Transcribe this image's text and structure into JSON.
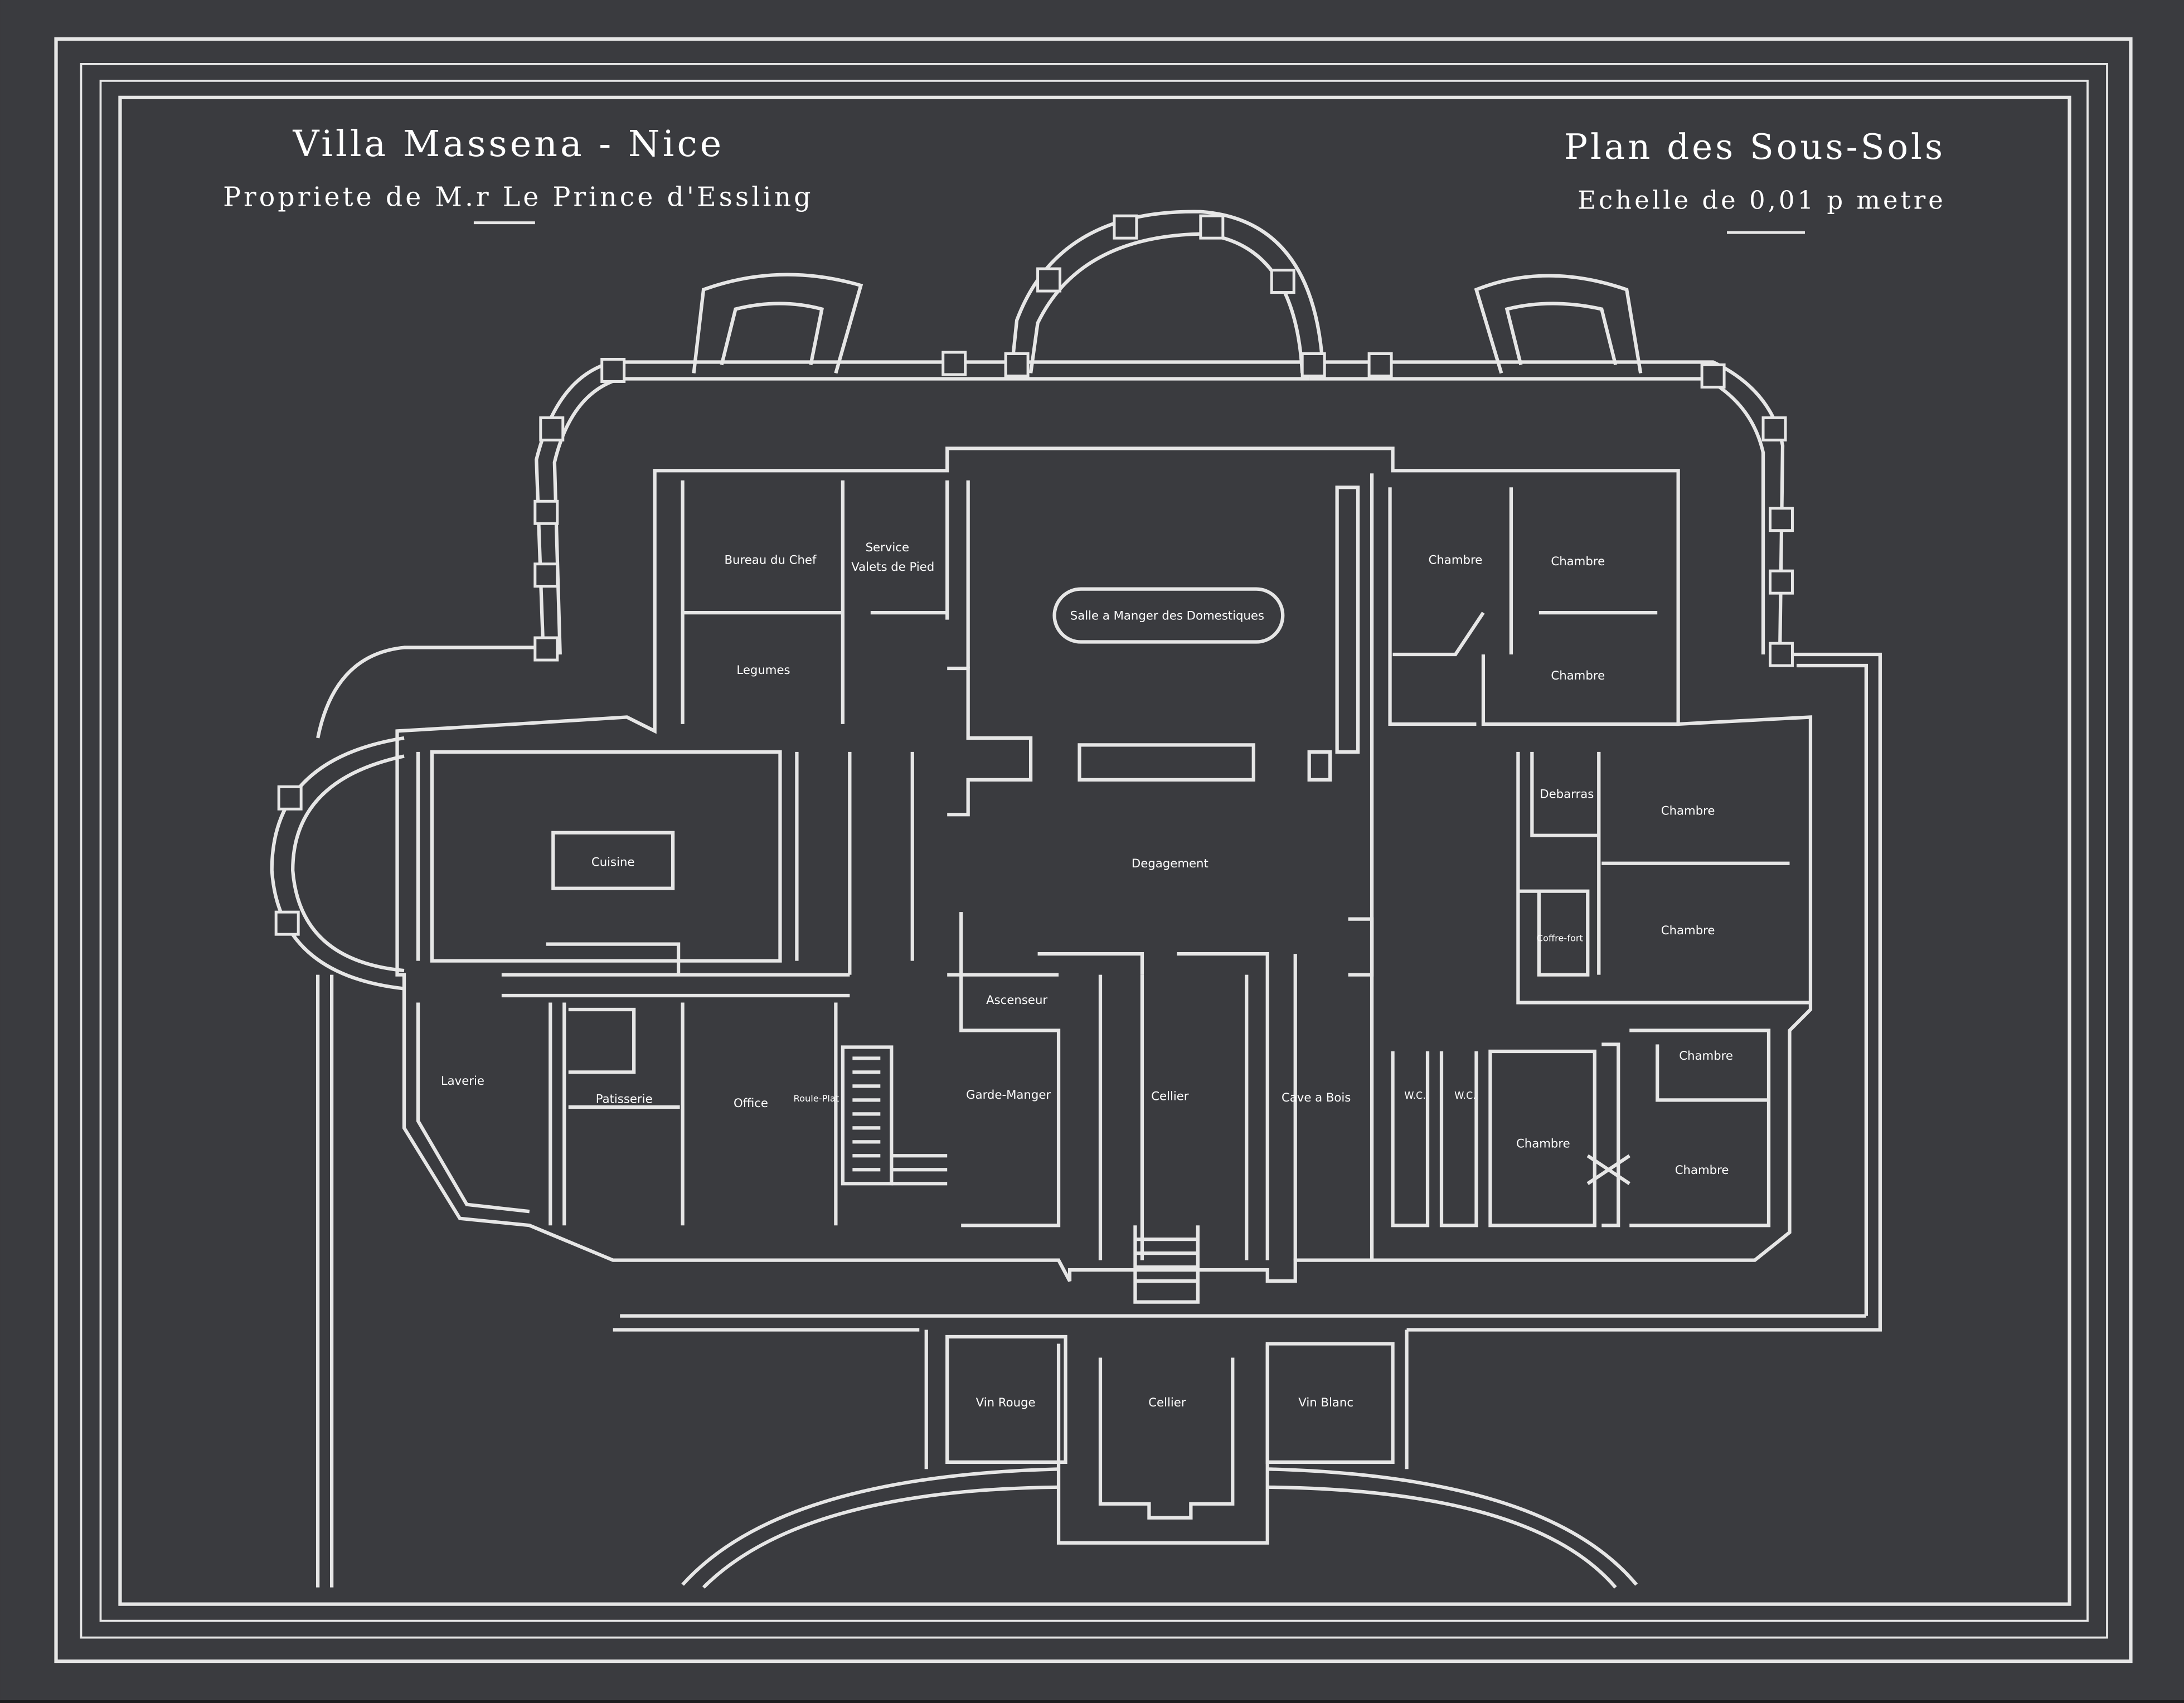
{
  "titles": {
    "villa": "Villa Massena - Nice",
    "owner": "Propriete de M.r Le Prince d'Essling",
    "plan": "Plan des Sous-Sols",
    "scale": "Echelle de 0,01 p metre"
  },
  "rooms": {
    "bureau": "Bureau du Chef",
    "service": "Service",
    "valets": "Valets de Pied",
    "legumes": "Legumes",
    "salle": "Salle a Manger des Domestiques",
    "chambre1": "Chambre",
    "chambre2": "Chambre",
    "chambre3": "Chambre",
    "debarras": "Debarras",
    "chambre4": "Chambre",
    "cuisine": "Cuisine",
    "degagement": "Degagement",
    "coffre": "Coffre-fort",
    "chambre5": "Chambre",
    "ascenseur": "Ascenseur",
    "laverie": "Laverie",
    "patisserie": "Patisserie",
    "office": "Office",
    "roule": "Roule-Plat",
    "garde": "Garde-Manger",
    "cellier": "Cellier",
    "caveabois": "Cave a Bois",
    "wc1": "W.C.",
    "wc2": "W.C.",
    "chambre6": "Chambre",
    "chambre7": "Chambre",
    "chambre8": "Chambre",
    "vinrouge": "Vin Rouge",
    "cellier2": "Cellier",
    "vinblanc": "Vin Blanc"
  },
  "colors": {
    "paper": "#3a3b3f",
    "line": "#e6e6e6",
    "text": "#ffffff"
  }
}
